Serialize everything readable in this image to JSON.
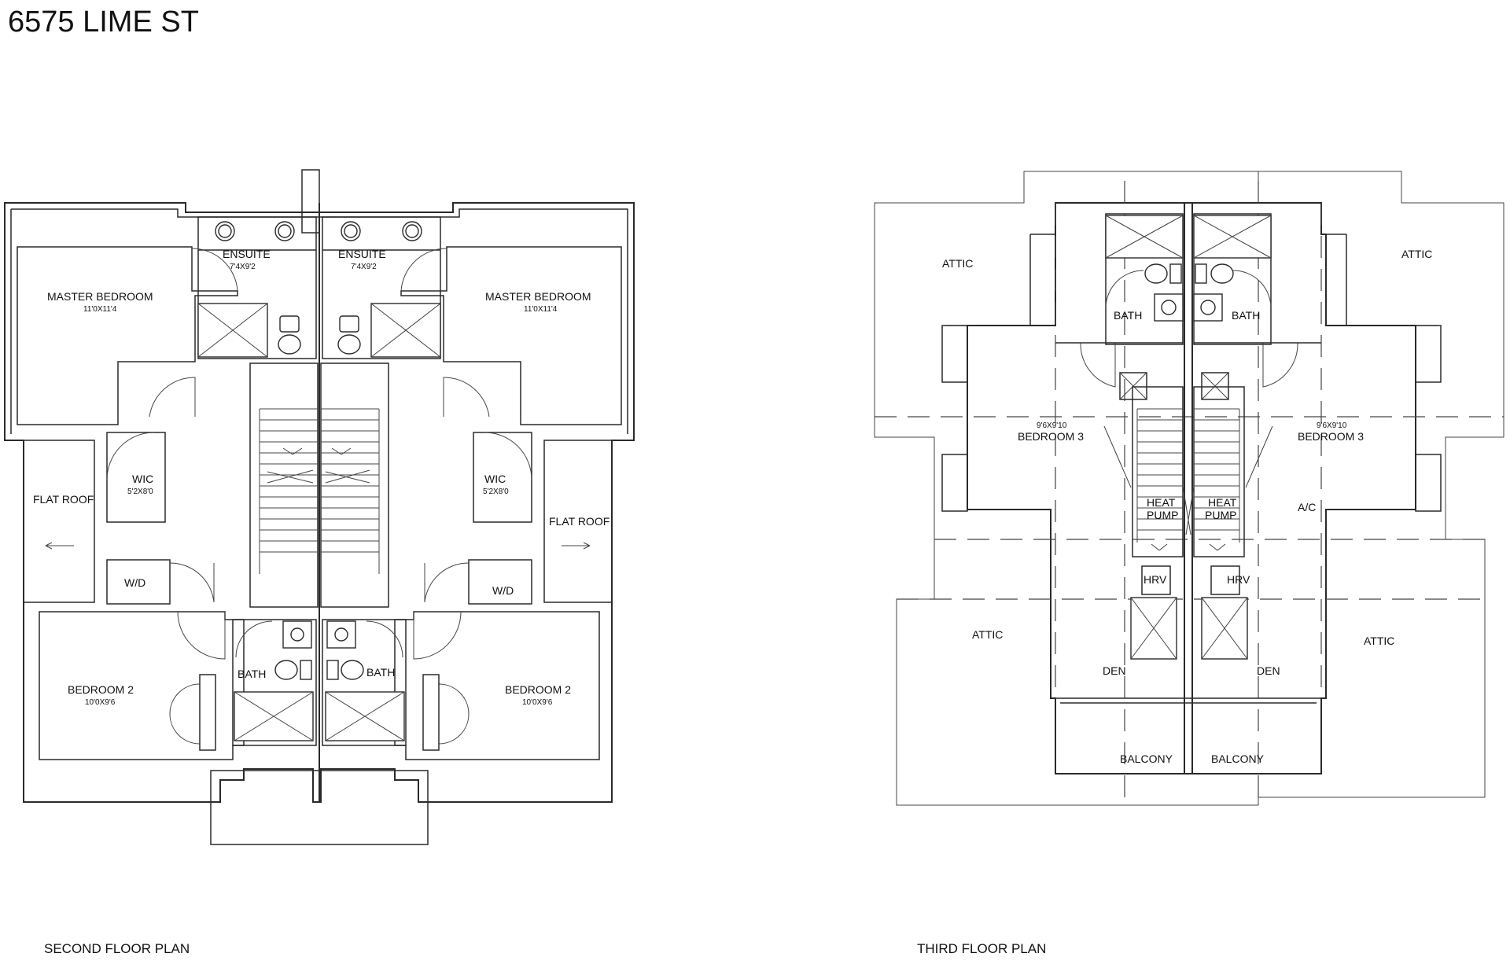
{
  "title": "6575 LIME ST",
  "second_floor": {
    "caption": "SECOND FLOOR PLAN",
    "rooms": {
      "ensuite": "ENSUITE",
      "ensuite_dim": "7'4X9'2",
      "master_bedroom": "MASTER BEDROOM",
      "master_dim": "11'0X11'4",
      "wic": "WIC",
      "wic_dim": "5'2X8'0",
      "flat_roof": "FLAT ROOF",
      "wd": "W/D",
      "bath": "BATH",
      "bedroom2": "BEDROOM 2",
      "bedroom2_dim": "10'0X9'6"
    }
  },
  "third_floor": {
    "caption": "THIRD FLOOR PLAN",
    "rooms": {
      "attic": "ATTIC",
      "bath": "BATH",
      "bedroom3": "BEDROOM 3",
      "bedroom3_dim": "9'6X9'10",
      "heat": "HEAT",
      "pump": "PUMP",
      "ac": "A/C",
      "hrv": "HRV",
      "den": "DEN",
      "balcony": "BALCONY"
    }
  }
}
